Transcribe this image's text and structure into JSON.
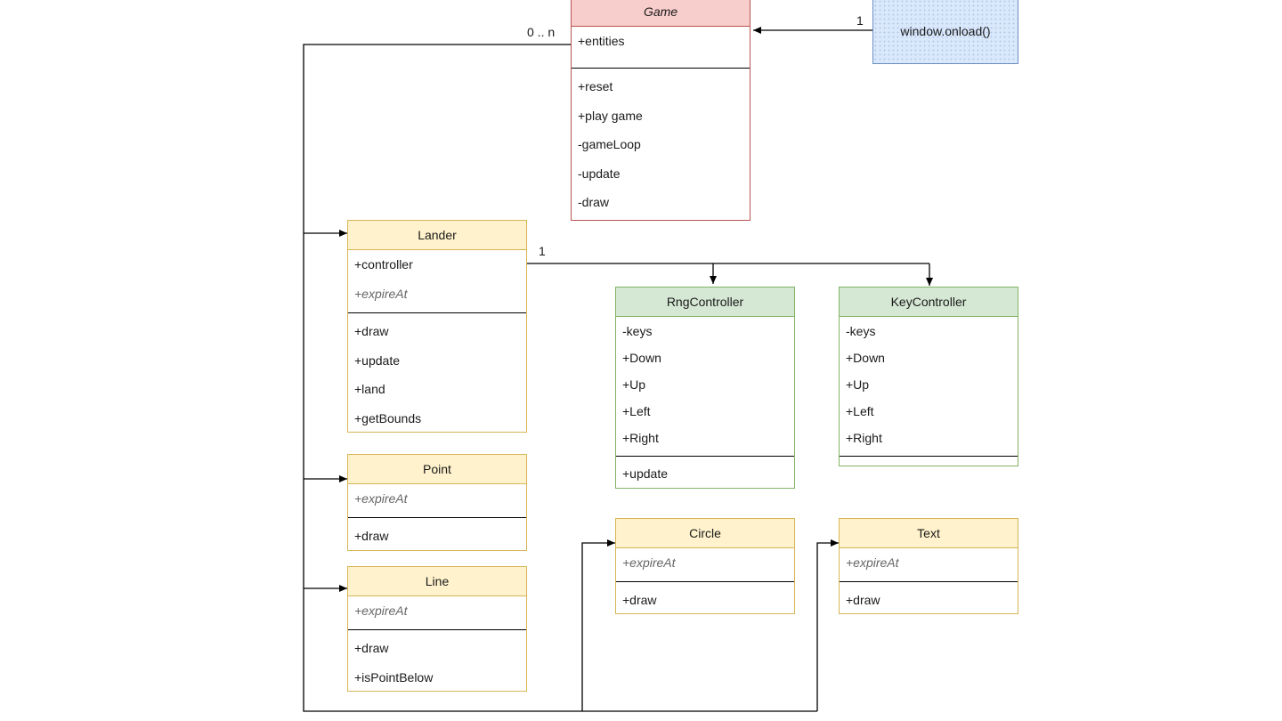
{
  "multiplicities": {
    "game_entities": "0 .. n",
    "window_game": "1",
    "lander_controller": "1"
  },
  "window_onload": {
    "label": "window.onload()"
  },
  "classes": {
    "game": {
      "name": "Game",
      "attributes": [
        {
          "text": "+entities"
        }
      ],
      "methods": [
        {
          "text": "+reset"
        },
        {
          "text": "+play game"
        },
        {
          "text": "-gameLoop"
        },
        {
          "text": "-update"
        },
        {
          "text": "-draw"
        }
      ]
    },
    "lander": {
      "name": "Lander",
      "attributes": [
        {
          "text": "+controller"
        },
        {
          "text": "+expireAt"
        }
      ],
      "methods": [
        {
          "text": "+draw"
        },
        {
          "text": "+update"
        },
        {
          "text": "+land"
        },
        {
          "text": "+getBounds"
        }
      ]
    },
    "point": {
      "name": "Point",
      "attributes": [
        {
          "text": "+expireAt"
        }
      ],
      "methods": [
        {
          "text": "+draw"
        }
      ]
    },
    "line": {
      "name": "Line",
      "attributes": [
        {
          "text": "+expireAt"
        }
      ],
      "methods": [
        {
          "text": "+draw"
        },
        {
          "text": "+isPointBelow"
        }
      ]
    },
    "rngcontroller": {
      "name": "RngController",
      "attributes": [
        {
          "text": "-keys"
        },
        {
          "text": "+Down"
        },
        {
          "text": "+Up"
        },
        {
          "text": "+Left"
        },
        {
          "text": "+Right"
        }
      ],
      "methods": [
        {
          "text": "+update"
        }
      ]
    },
    "keycontroller": {
      "name": "KeyController",
      "attributes": [
        {
          "text": "-keys"
        },
        {
          "text": "+Down"
        },
        {
          "text": "+Up"
        },
        {
          "text": "+Left"
        },
        {
          "text": "+Right"
        }
      ],
      "methods": []
    },
    "circle": {
      "name": "Circle",
      "attributes": [
        {
          "text": "+expireAt"
        }
      ],
      "methods": [
        {
          "text": "+draw"
        }
      ]
    },
    "text": {
      "name": "Text",
      "attributes": [
        {
          "text": "+expireAt"
        }
      ],
      "methods": [
        {
          "text": "+draw"
        }
      ]
    }
  },
  "colors": {
    "red_fill": "#f8cecc",
    "red_stroke": "#b85450",
    "yellow_fill": "#fff2cc",
    "yellow_stroke": "#d6b656",
    "green_fill": "#d5e8d4",
    "green_stroke": "#82b366",
    "blue_fill": "#dae8fc",
    "blue_stroke": "#6c8ebf",
    "edge": "#000000"
  }
}
